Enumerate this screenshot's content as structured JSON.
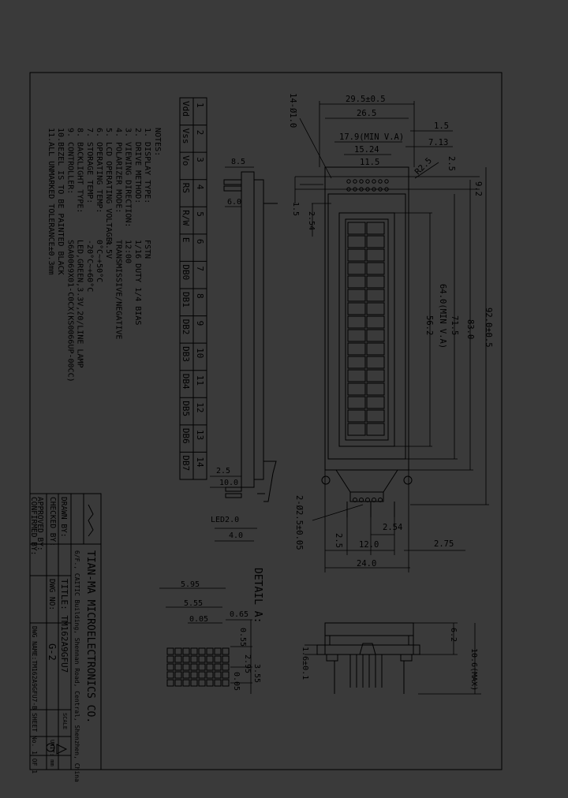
{
  "colors": {
    "background": "#3a3a3a",
    "line": "#000000"
  },
  "notes": {
    "heading": "NOTES:",
    "lines": [
      "1. DISPLAY TYPE:",
      "2. DRIVE METHOD:",
      "3. VIEWING DIRECTION:",
      "4. POLARIZER MODE:",
      "5. LCD OPERATING VOLTAGE:",
      "6. OPERATING TEMP:",
      "7. STORAGE TEMP:",
      "8. BACKLIGHT TYPE:",
      "9. CONTROLLER:",
      "10.BEZEL IS TO BE PAINTED BLACK",
      "11.ALL UNMARKED TOLERANCE±0.3mm"
    ],
    "values": [
      "FSTN",
      "1/16 DUTY 1/4 BIAS",
      "12:00",
      "TRANSMISSIVE/NEGATIVE",
      "4.5V",
      "0°C~+50°C",
      "-20°C~+60°C",
      "LED,GREEN,3.3V,20/LINE LAMP",
      "S6A0069X01-C0CX(KS0066UP-00CC)"
    ]
  },
  "pins": {
    "numbers": [
      "1",
      "2",
      "3",
      "4",
      "5",
      "6",
      "7",
      "8",
      "9",
      "10",
      "11",
      "12",
      "13",
      "14"
    ],
    "names": [
      "Vdd",
      "Vss",
      "Vo",
      "RS",
      "R/W",
      "E",
      "DB0",
      "DB1",
      "DB2",
      "DB3",
      "DB4",
      "DB5",
      "DB6",
      "DB7"
    ]
  },
  "dims": {
    "w_29_5": "29.5±0.5",
    "w_26_5": "26.5",
    "w_17_9": "17.9(MIN V.A)",
    "w_15_24": "15.24",
    "w_11_5": "11.5",
    "d_1_5_top": "1.5",
    "d_7_13": "7.13",
    "r_25": "R2.5",
    "d_2_5": "2.5",
    "d_9_2": "9.2",
    "holes_top": "14-Ø1.0",
    "s_8_5": "8.5",
    "s_6_0": "6.0",
    "s_1_5": "1.5",
    "s_2_54": "2.54",
    "h_92": "92.0±0.5",
    "h_83": "83.0",
    "h_71_5": "71.5",
    "h_64": "64.0(MIN V.A)",
    "h_56_2": "56.2",
    "b_2_5": "2.5",
    "b_10": "10.0",
    "b_led": "LED2.0",
    "b_4": "4.0",
    "holes_bottom": "2-Ø2.5±0.05",
    "bt_2_54": "2.54",
    "bt_2_5": "2.5",
    "bt_12": "12.0",
    "bt_2_75": "2.75",
    "bt_24": "24.0",
    "det_595": "5.95",
    "det_555": "5.55",
    "det_065": "0.65",
    "det_005a": "0.05",
    "det_055": "0.55",
    "det_355": "3.55",
    "det_295": "2.95",
    "det_005b": "0.05",
    "sv_62": "6.2",
    "sv_106": "10.6(MAX)",
    "sv_16": "1.6±0.1"
  },
  "detail_label": "DETAIL  A:",
  "title_block": {
    "company": "TIAN-MA MICROELECTRONICS CO.",
    "address": "6/F., CAITIC Building, Shennan Road, Central, Shenzhen, China",
    "drawn": "DRAWN  BY:",
    "checked": "CHECKED  BY:",
    "approved": "APPROVED  BY:",
    "confirmed": "CONFIRMED  BY:",
    "title": "TITLE:  TM162A9GFU7",
    "dwg_no_label": "DWG  NO:",
    "dwg_no": "G-2",
    "dwg_name": "DWG  NAME:TM162A9GFU7-B",
    "scale": "SCALE",
    "unit": "UNIT: mm",
    "sheet": "SHEET  No. 1  OF 1"
  }
}
